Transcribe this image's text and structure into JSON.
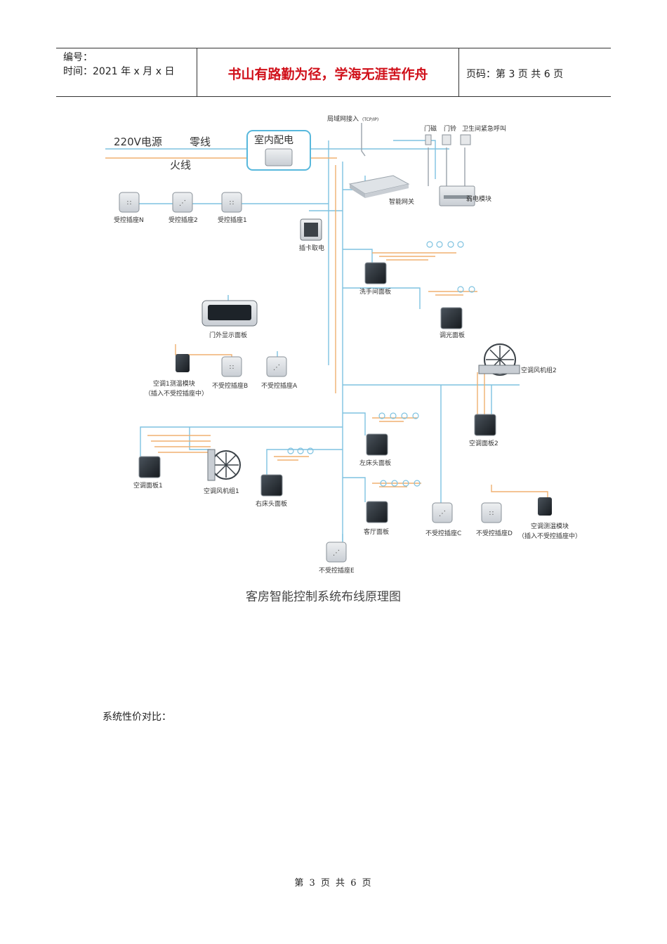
{
  "header": {
    "number_label": "编号：",
    "date_label": "时间：2021 年 x 月 x 日",
    "motto": "书山有路勤为径，学海无涯苦作舟",
    "page_label": "页码：第 3 页  共 6 页"
  },
  "diagram": {
    "title": "客房智能控制系统布线原理图",
    "power_label": "220V电源",
    "neutral_label": "零线",
    "live_label": "火线",
    "distribution_label": "室内配电",
    "network_label": "局域网接入",
    "network_proto": "(TCP/IP)",
    "gateway_label": "智能网关",
    "doorbell_mag": "门磁",
    "doorbell": "门铃",
    "bath_emergency": "卫生间紧急呼叫",
    "relay_label": "弱电模块",
    "socket_n": "受控插座N",
    "socket_2": "受控插座2",
    "socket_1": "受控插座1",
    "card_label": "插卡取电",
    "washroom_panel": "洗手间面板",
    "dimmer_panel": "调光面板",
    "door_display": "门外显示面板",
    "ac_sensor_1a": "空调1测温模块",
    "ac_sensor_1b": "（插入不受控插座中）",
    "socket_b": "不受控插座B",
    "socket_a": "不受控插座A",
    "fan_2": "空调风机组2",
    "ac_panel_2": "空调面板2",
    "left_bed": "左床头面板",
    "ac_panel_1": "空调面板1",
    "fan_1": "空调风机组1",
    "right_bed": "右床头面板",
    "living_panel": "客厅面板",
    "socket_c": "不受控插座C",
    "socket_d": "不受控插座D",
    "ac_sensor_2a": "空调测温模块",
    "ac_sensor_2b": "（插入不受控插座中）",
    "socket_e": "不受控插座E"
  },
  "section_heading": "系统性价对比：",
  "footer": "第 3 页 共 6 页",
  "colors": {
    "motto": "#d0101a",
    "wire_blue": "#7ec2e0",
    "wire_orange": "#f0b070"
  }
}
